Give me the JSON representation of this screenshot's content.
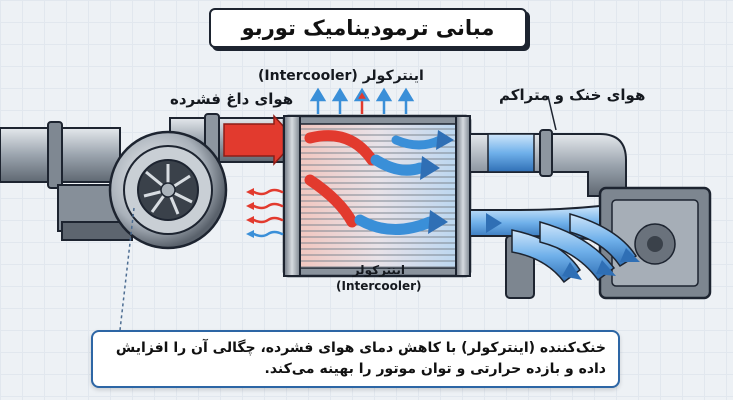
{
  "title": "مبانی ترمودینامیک توربو",
  "labels": {
    "hot_air": "هوای داغ فشرده",
    "cool_air": "هوای خنک و متراکم",
    "intercooler_top": "اینترکولر (Intercooler)",
    "intercooler_bottom_fa": "اینترکولر",
    "intercooler_bottom_en": "(Intercooler)"
  },
  "description": "خنک‌کننده (اینترکولر) با کاهش دمای هوای فشرده، چگالی آن را افزایش داده و بازده حرارتی و توان موتور را بهینه می‌کند.",
  "colors": {
    "hot": "#e23a2e",
    "cold": "#3a8fd8",
    "metal": "#9aa3ad",
    "outline": "#1d2430",
    "box_border": "#2d66a5"
  }
}
